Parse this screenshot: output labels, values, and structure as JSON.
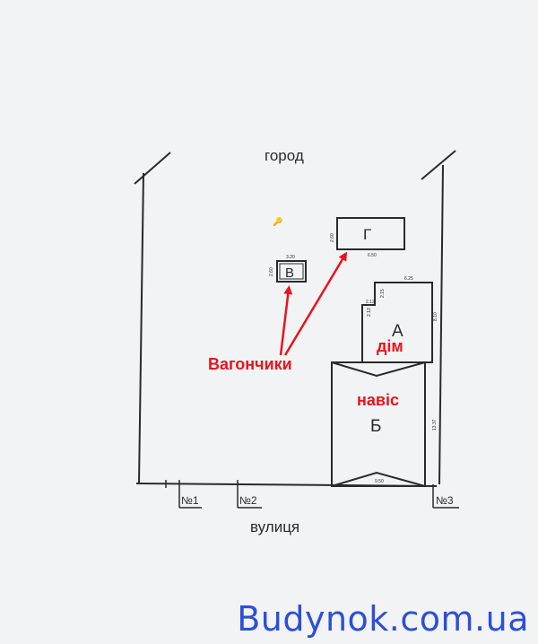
{
  "labels": {
    "garden": "город",
    "street": "вулиця",
    "wagons": "Вагончики",
    "house_letter": "А",
    "house": "дім",
    "shed_letter": "Б",
    "shed": "навіс",
    "wagon_v": "В",
    "wagon_g": "Г"
  },
  "markers": {
    "n1": "№1",
    "n2": "№2",
    "n3": "№3",
    "key_symbol": "🔑"
  },
  "dimensions": {
    "v_width": "3.20",
    "v_height": "2.60",
    "g_width": "6.50",
    "g_height": "2.60",
    "a_top": "6.25",
    "a_right": "8.10",
    "a_step_h": "2.15",
    "a_step_w": "2.12",
    "a_lower": "2.13",
    "b_right": "13.37",
    "b_bottom": "9.50"
  },
  "watermark": "Budynok.com.ua",
  "colors": {
    "annotation": "#e8141c",
    "watermark": "#2d4fd6",
    "lines": "#2a2a2a"
  }
}
